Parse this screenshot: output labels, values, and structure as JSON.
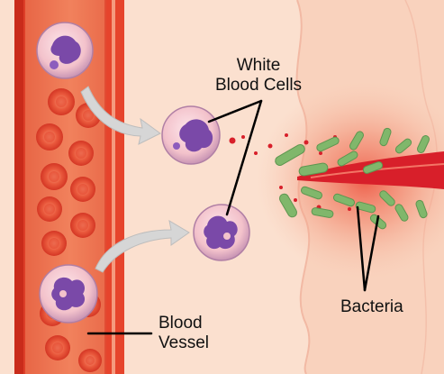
{
  "labels": {
    "white_blood_cells": {
      "line1": "White",
      "line2": "Blood Cells"
    },
    "bacteria": "Bacteria",
    "blood_vessel": {
      "line1": "Blood",
      "line2": "Vessel"
    }
  },
  "colors": {
    "tissue": "#fbe0cf",
    "vessel_wall": "#e9452f",
    "vessel_inner": "#f3a77f",
    "red_blood_cell": "#e5452e",
    "white_blood_cell": "#f4c6cf",
    "nucleus": "#7a49a8",
    "bacteria": "#7fb56a",
    "wound": "#d81f2a",
    "arrow": "#d5d5d5",
    "pointer_line": "#000000"
  }
}
